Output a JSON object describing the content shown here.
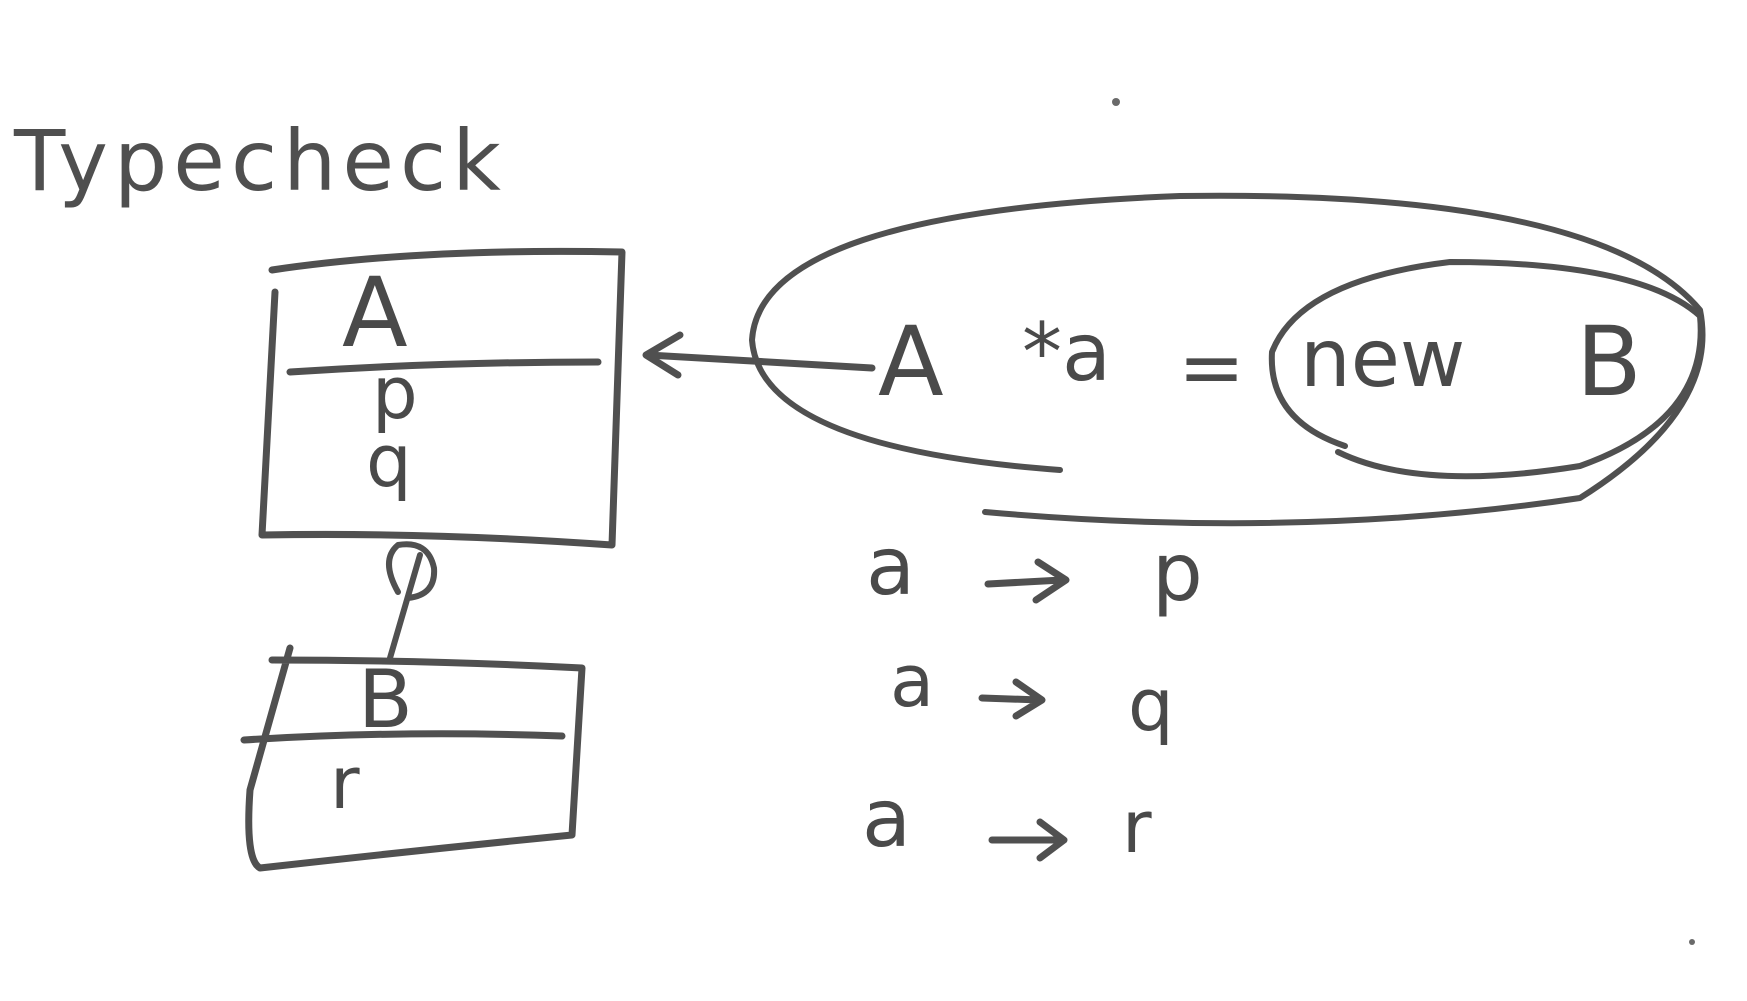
{
  "title": "Typecheck",
  "class_a": {
    "name": "A",
    "fields": [
      "p",
      "q"
    ]
  },
  "class_b": {
    "name": "B",
    "fields": [
      "r"
    ]
  },
  "statement": {
    "type": "A",
    "var": "*a",
    "equals": "=",
    "new_kw": "new",
    "ctor": "B"
  },
  "mappings": [
    {
      "from": "a",
      "to": "p"
    },
    {
      "from": "a",
      "to": "q"
    },
    {
      "from": "a",
      "to": "r"
    }
  ],
  "colors": {
    "ink": "#505050",
    "background": "#ffffff"
  }
}
